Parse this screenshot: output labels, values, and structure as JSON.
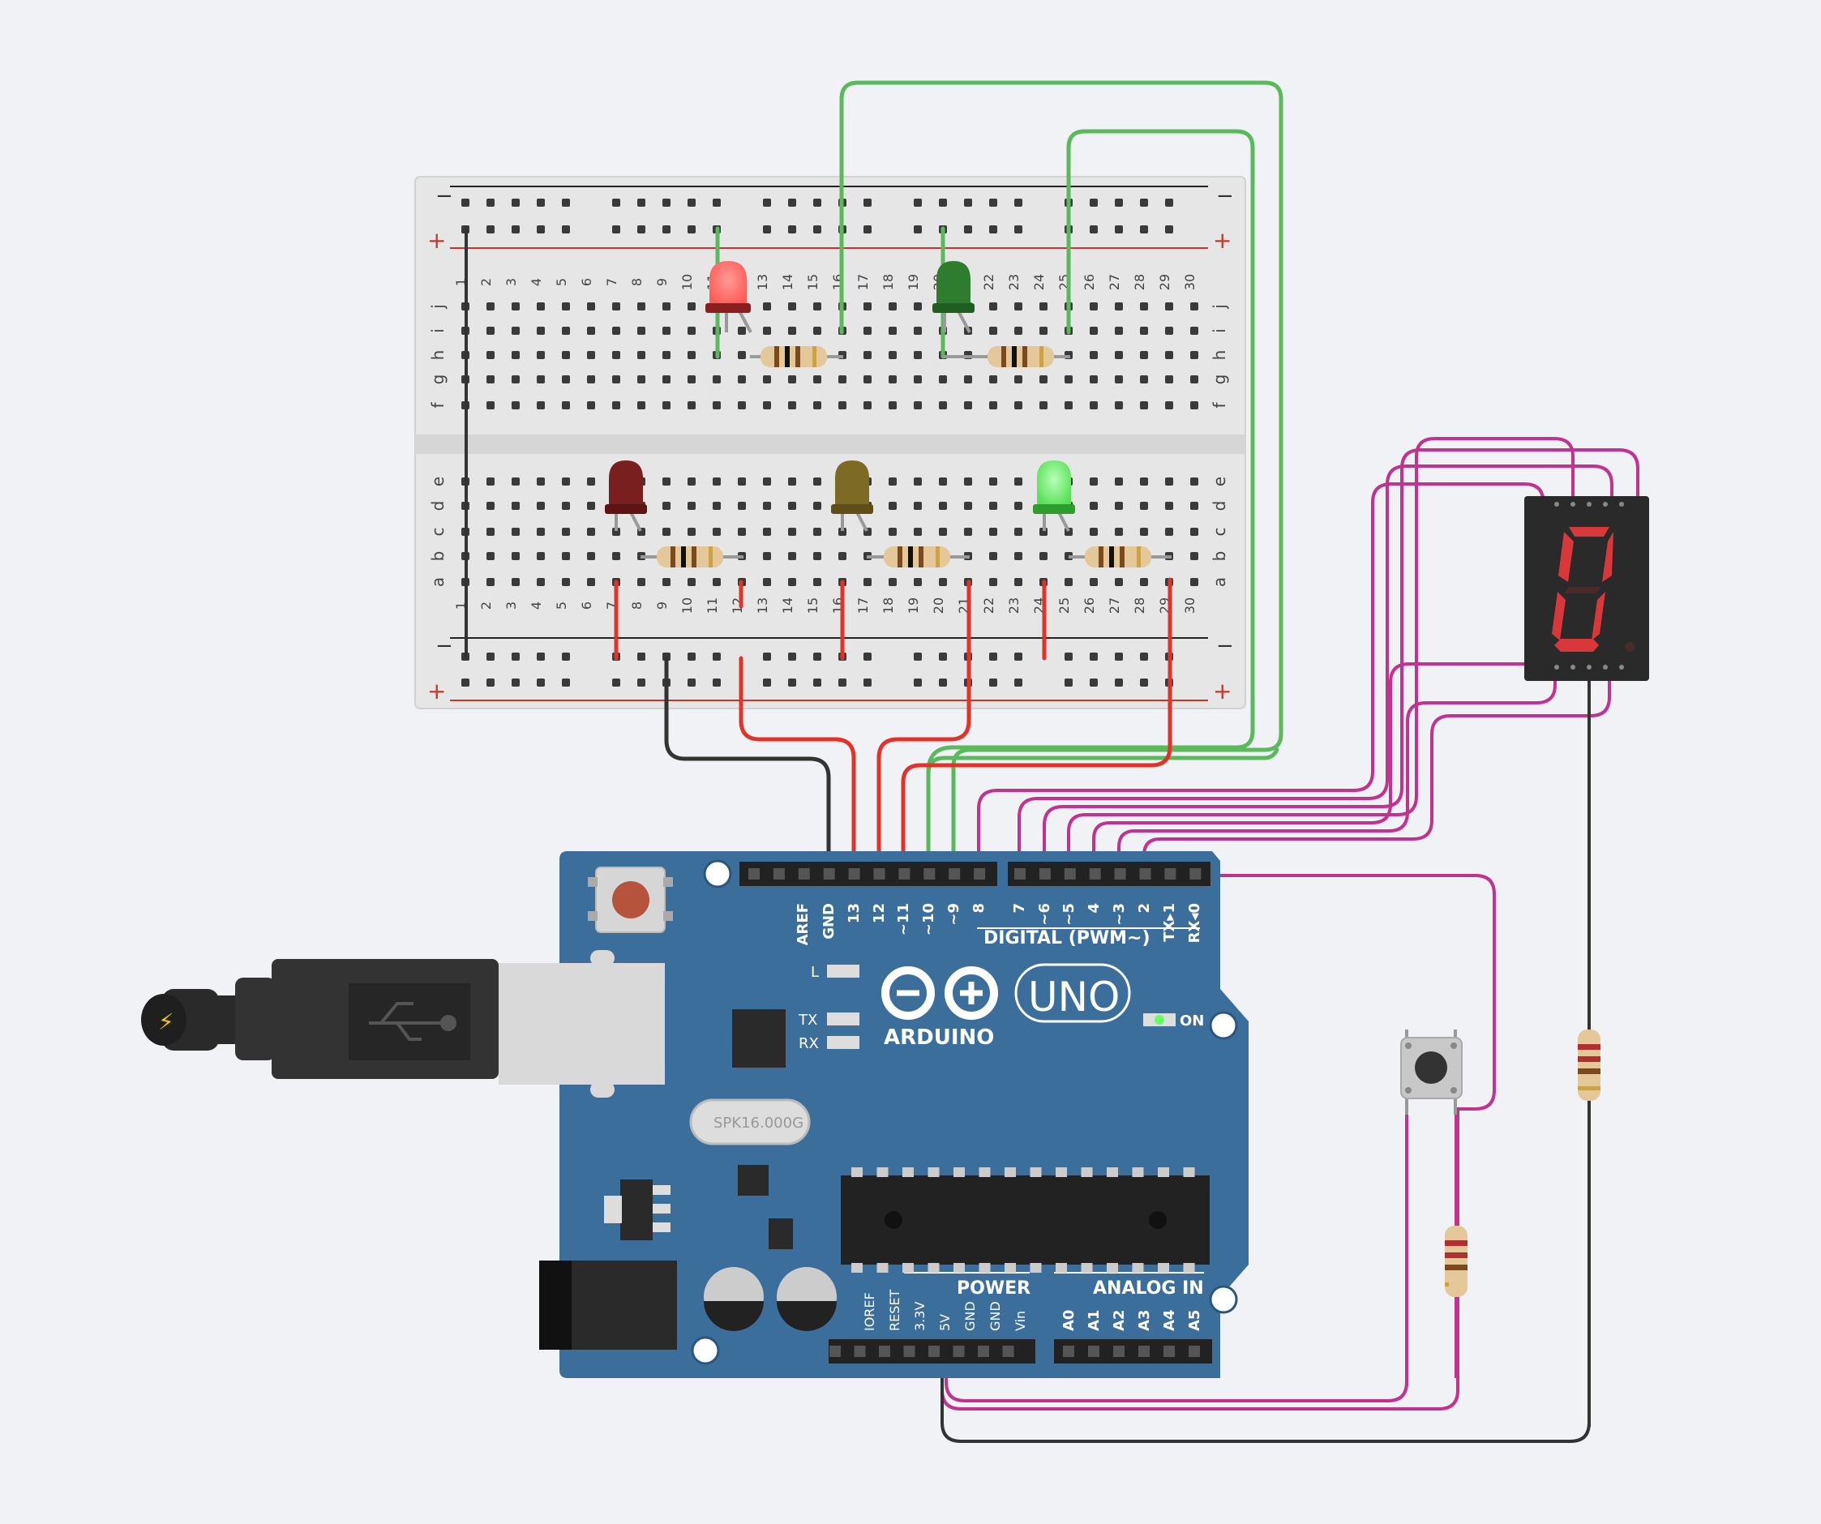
{
  "breadboard": {
    "rail_minus": "−",
    "rail_plus": "+",
    "row_letters_top": [
      "j",
      "i",
      "h",
      "g",
      "f"
    ],
    "row_letters_bottom": [
      "e",
      "d",
      "c",
      "b",
      "a"
    ],
    "column_numbers": [
      "1",
      "2",
      "3",
      "4",
      "5",
      "6",
      "7",
      "8",
      "9",
      "10",
      "11",
      "12",
      "13",
      "14",
      "15",
      "16",
      "17",
      "18",
      "19",
      "20",
      "21",
      "22",
      "23",
      "24",
      "25",
      "26",
      "27",
      "28",
      "29",
      "30"
    ]
  },
  "colors": {
    "wire_green": "#5cb85c",
    "wire_red": "#e0342b",
    "wire_black": "#333333",
    "wire_magenta": "#c0338f",
    "board_blue": "#3c6e9c",
    "led_red_on": "#ff5a55",
    "led_green_dark": "#2e7d2e",
    "led_red_dark": "#7a1f1f",
    "led_yellow_dark": "#7d6a24",
    "led_green_on": "#66ee66",
    "display_segment": "#d8383a"
  },
  "arduino": {
    "digital_pins": [
      "AREF",
      "GND",
      "13",
      "12",
      "~11",
      "~10",
      "~9",
      "8",
      "7",
      "~6",
      "~5",
      "4",
      "~3",
      "2",
      "TX▸1",
      "RX◂0"
    ],
    "digital_label": "DIGITAL (PWM~)",
    "logo_text": "ARDUINO",
    "model_text": "UNO",
    "on_label": "ON",
    "l_label": "L",
    "tx_label": "TX",
    "rx_label": "RX",
    "crystal_label": "SPK16.000G",
    "power_label": "POWER",
    "analog_label": "ANALOG IN",
    "power_pins": [
      "IOREF",
      "RESET",
      "3.3V",
      "5V",
      "GND",
      "GND",
      "Vin"
    ],
    "analog_pins": [
      "A0",
      "A1",
      "A2",
      "A3",
      "A4",
      "A5"
    ]
  },
  "seven_segment": {
    "displayed_digit": "0"
  }
}
